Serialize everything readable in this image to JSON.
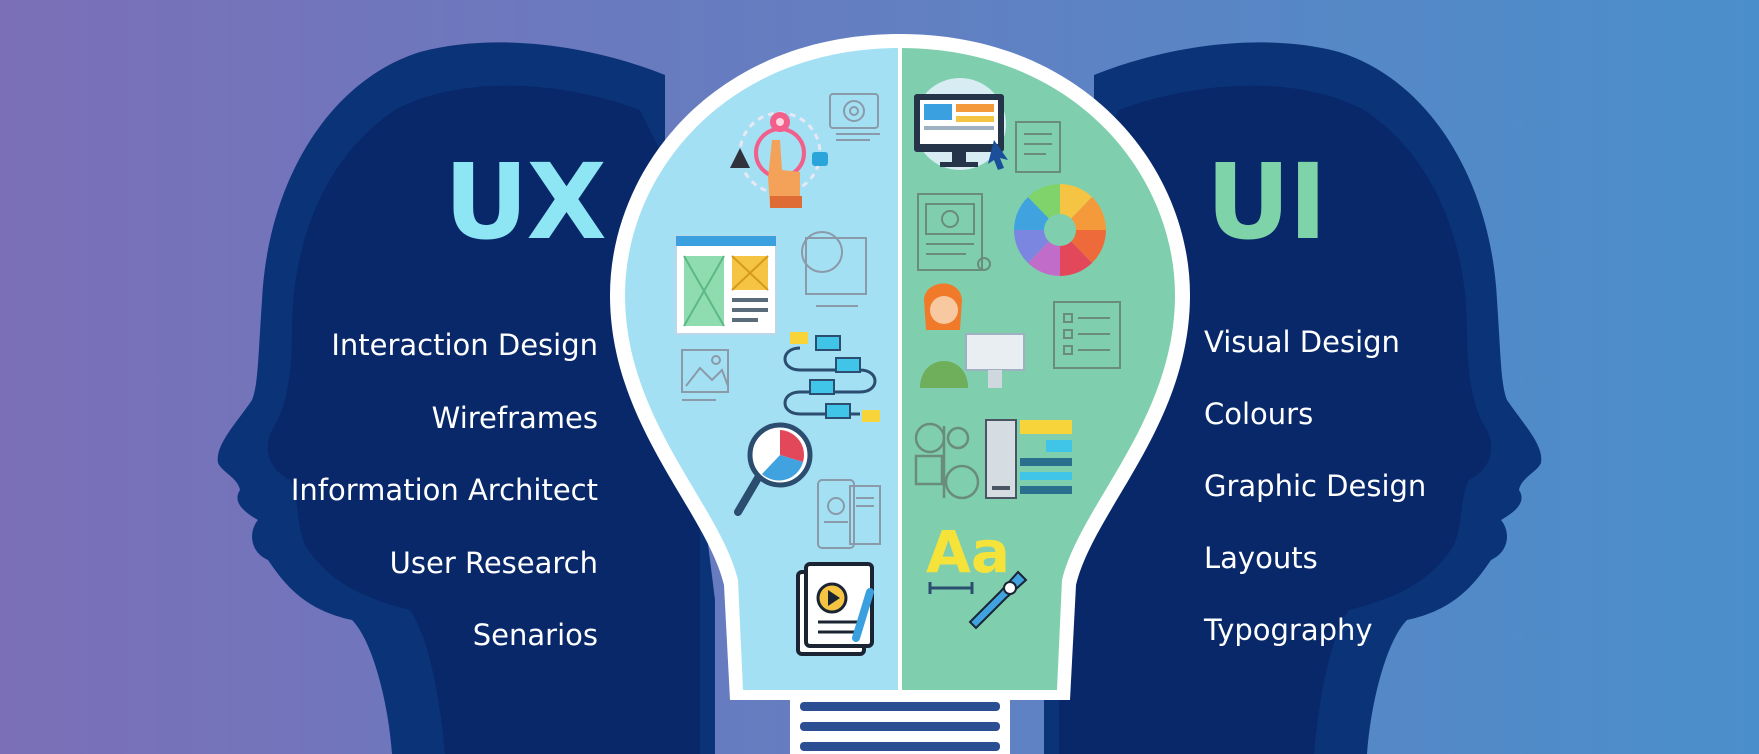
{
  "colors": {
    "bg_left": "#7b6fb8",
    "bg_right": "#4a8fcb",
    "head": "#0b3378",
    "head_inner": "#081f5f",
    "bulb_ux": "#a4e0f4",
    "bulb_ui": "#7fcfaf",
    "ux_title": "#8ee6f5",
    "ui_title": "#7ed3a8"
  },
  "ux": {
    "title": "UX",
    "items": [
      "Interaction Design",
      "Wireframes",
      "Information Architect",
      "User Research",
      "Senarios"
    ]
  },
  "ui": {
    "title": "UI",
    "items": [
      "Visual Design",
      "Colours",
      "Graphic Design",
      "Layouts",
      "Typography"
    ]
  },
  "typography_glyph": "Aa",
  "icons": [
    "target-touch-icon",
    "camera-icon",
    "wireframe-card-icon",
    "frame-icon",
    "image-icon",
    "flowchart-icon",
    "magnifier-chart-icon",
    "mobile-wireframe-icon",
    "video-document-icon",
    "desktop-monitor-icon",
    "document-icon",
    "layout-sketch-icon",
    "color-wheel-icon",
    "designer-person-icon",
    "checklist-icon",
    "grid-sketch-icon",
    "ui-blocks-icon",
    "typography-pen-icon"
  ]
}
